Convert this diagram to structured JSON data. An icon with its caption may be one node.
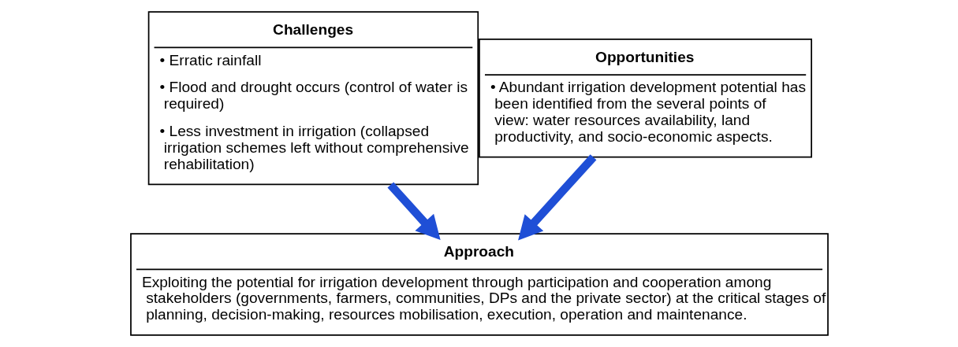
{
  "diagram": {
    "nodes": [
      {
        "text": [
          "Challenges",
          "• Erratic rainfall",
          "• Flood and drought occurs (control of water is required)",
          "• Less investment in irrigation (collapsed irrigation schemes left without comprehensive rehabilitation)"
        ]
      },
      {
        "text": [
          "Opportunities",
          "• Abundant irrigation development potential has been identified from the several points of view: water resources availability, land productivity, and socio-economic aspects."
        ]
      },
      {
        "text": [
          "Approach",
          "Exploiting the potential for irrigation development through participation and cooperation among stakeholders (governments, farmers, communities, DPs and the private sector) at the critical stages of planning, decision-making, resources mobilisation, execution, operation and maintenance."
        ]
      }
    ],
    "edges": [
      {
        "from": 0,
        "to": 2,
        "arrow": "to"
      },
      {
        "from": 1,
        "to": 2,
        "arrow": "to"
      }
    ]
  }
}
